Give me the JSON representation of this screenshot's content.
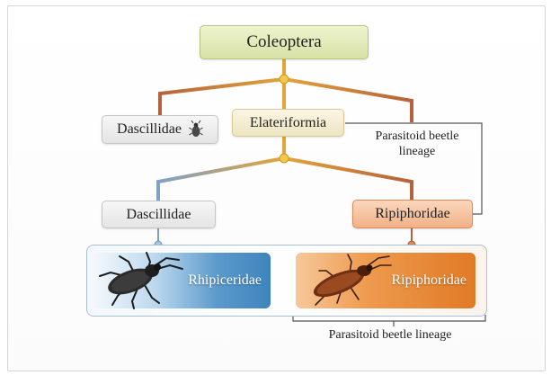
{
  "diagram": {
    "root": "Coleoptera",
    "level1": {
      "left": "Dascillidae",
      "center": "Elateriformia",
      "right_label": "Parasitoid beetle lineage"
    },
    "level2": {
      "left": "Dascillidae",
      "right": "Ripiphoridae"
    },
    "panel": {
      "left_card": "Rhipiceridae",
      "right_card": "Ripiphoridae",
      "bracket_label": "Parasitoid beetle lineage"
    }
  },
  "icons": [
    "beetle-icon",
    "beetle-illustration",
    "beetle-illustration"
  ],
  "colors": {
    "root_fill": "#d7e2a6",
    "branch_gold": "#e3a43a",
    "branch_blue": "#7fa1c4",
    "branch_rust": "#b5623a",
    "ripiphoridae_fill": "#f2b187",
    "card_blue": "#3f84bd",
    "card_orange": "#e07a26"
  }
}
